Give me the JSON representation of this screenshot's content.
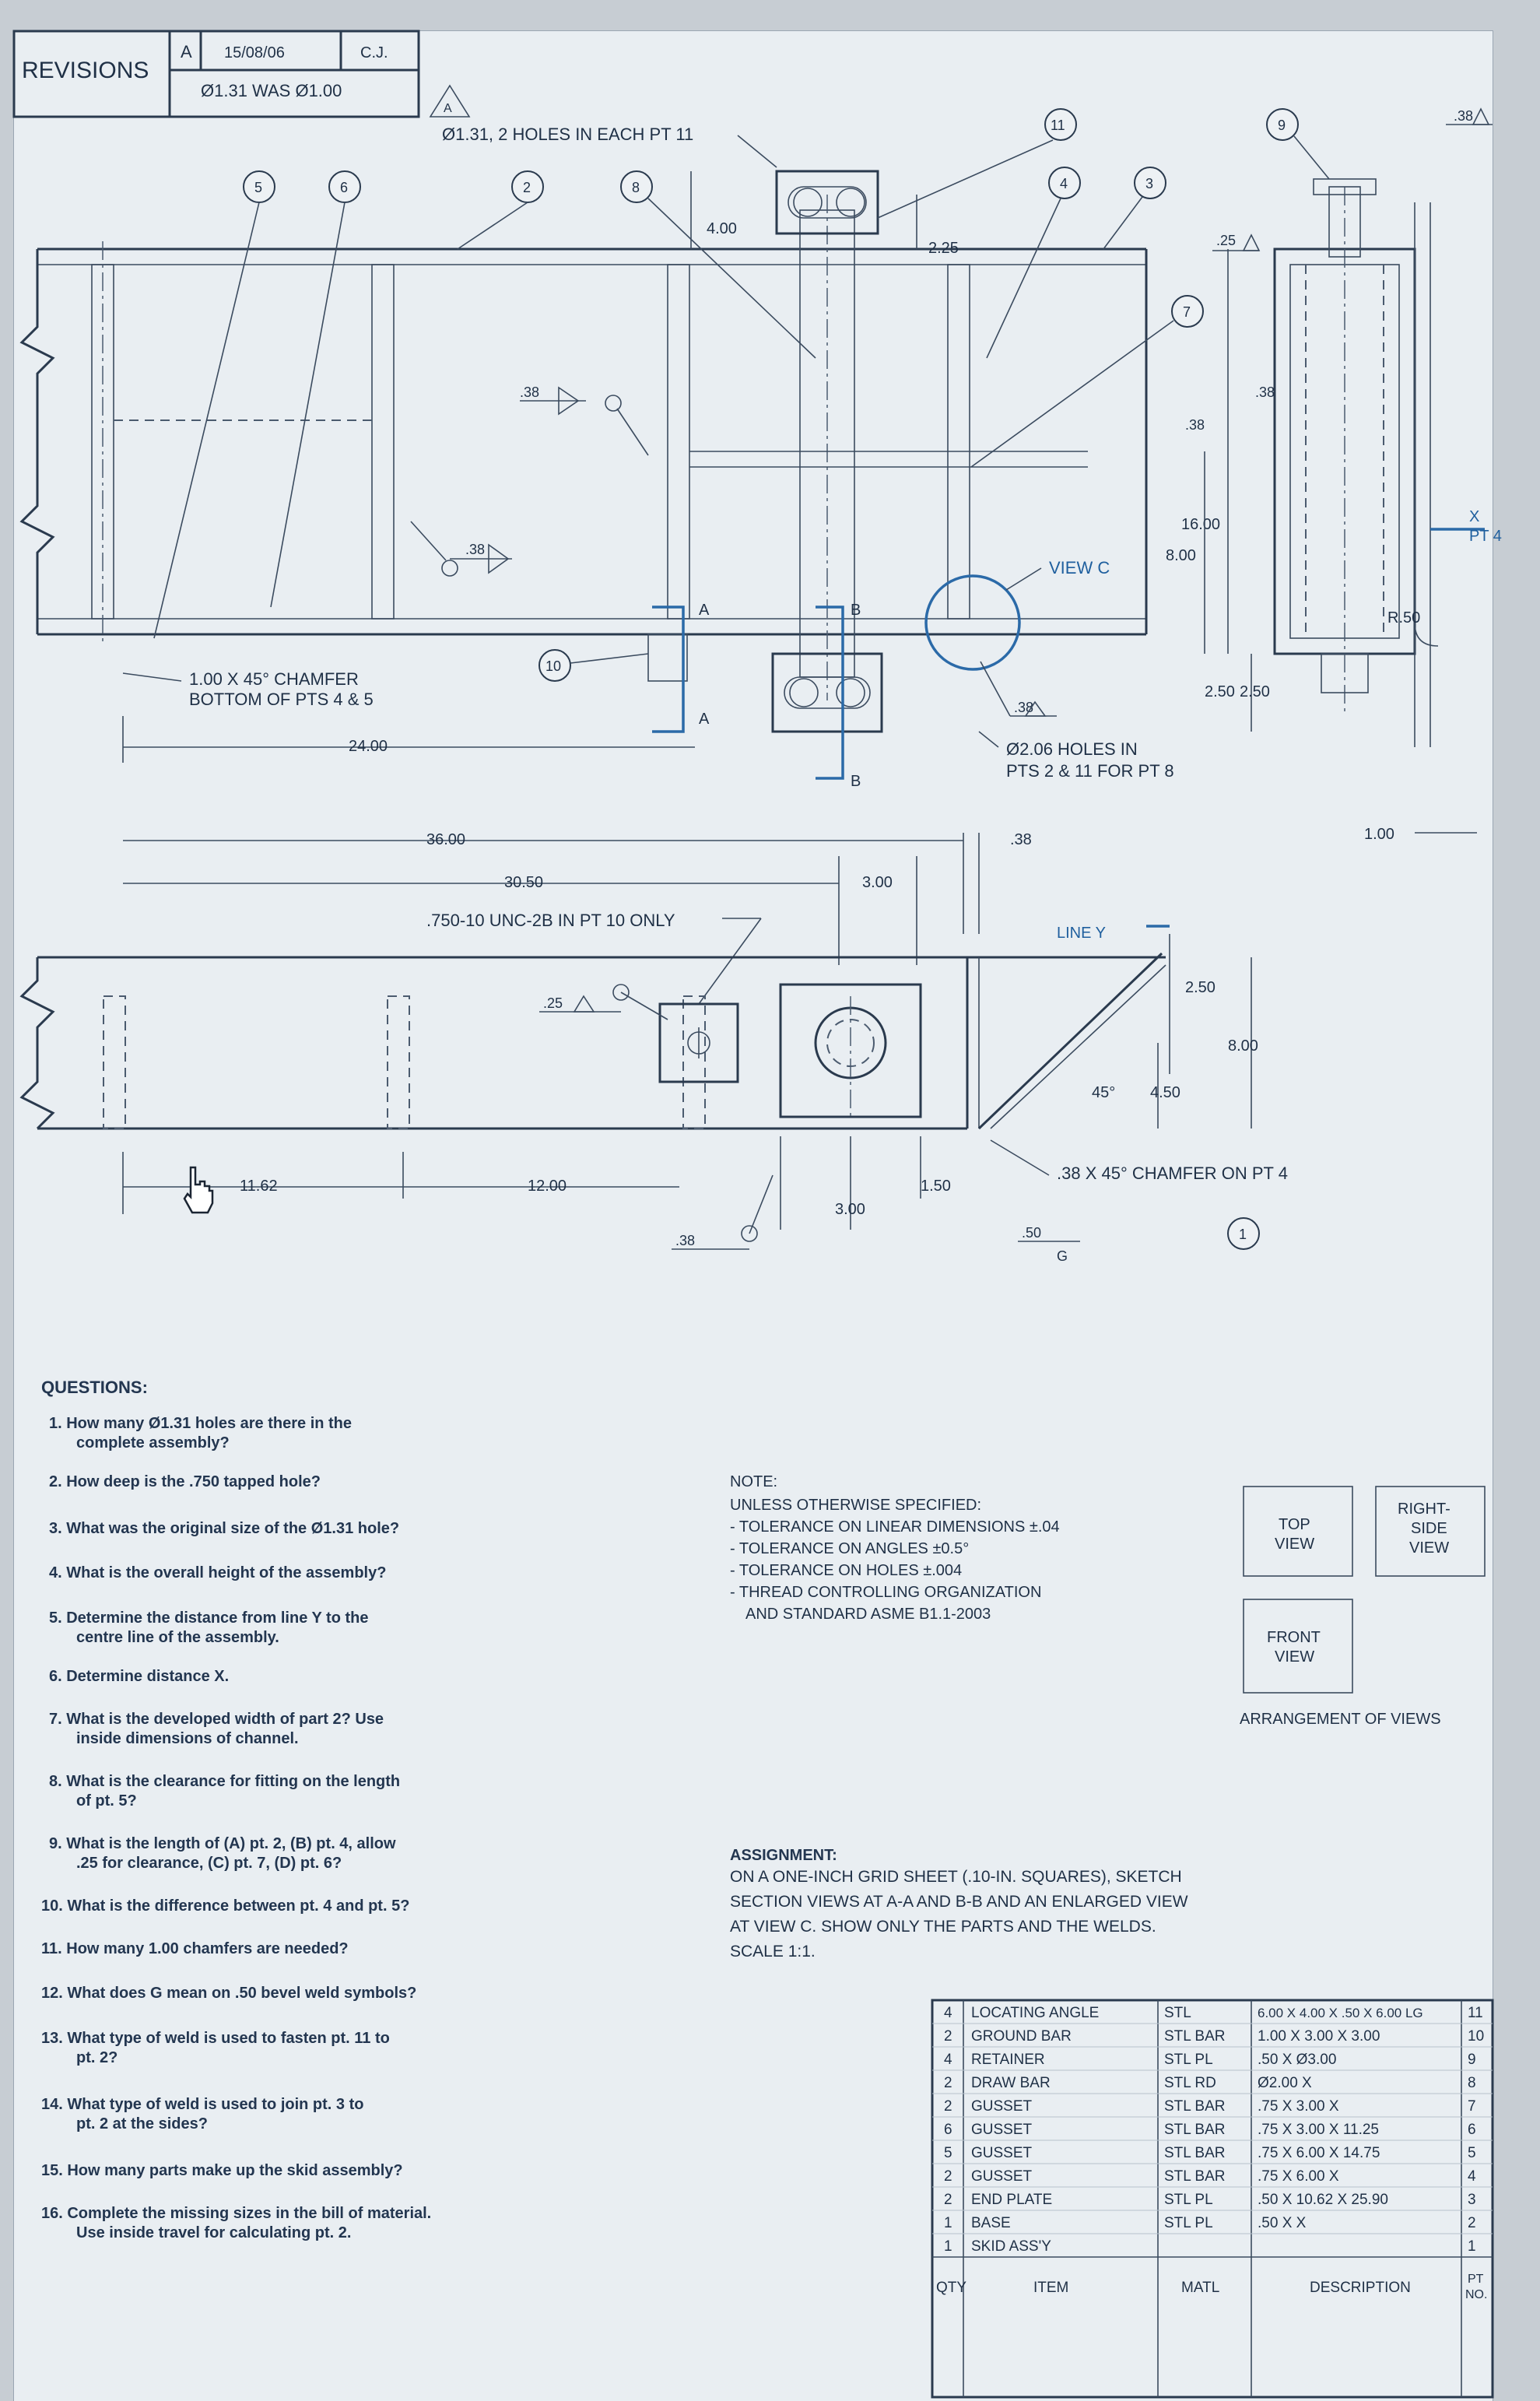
{
  "revisions": {
    "title": "REVISIONS",
    "letter": "A",
    "date": "15/08/06",
    "by": "C.J.",
    "change": "Ø1.31 WAS Ø1.00",
    "rev_mark": "A"
  },
  "top_view": {
    "callout_holes": "Ø1.31, 2 HOLES IN EACH PT 11",
    "dim_400": "4.00",
    "dim_225": "2.25",
    "dim_250": "2.50",
    "dim_38_right": ".38",
    "chamfer_note_1": "1.00 X 45° CHAMFER",
    "chamfer_note_2": "BOTTOM OF PTS 4 & 5",
    "dim_2400": "24.00",
    "view_c": "VIEW C",
    "section_a": "A",
    "section_b": "B",
    "holes_note_1": "Ø2.06 HOLES IN",
    "holes_note_2": "PTS 2 & 11 FOR PT 8",
    "weld_38a": ".38",
    "weld_38b": ".38",
    "weld_38c": ".38"
  },
  "right_view": {
    "weld_38": ".38",
    "weld_25": ".25",
    "dim_38": ".38",
    "dim_1600": "16.00",
    "dim_800": "8.00",
    "dim_250": "2.50",
    "dim_100": "1.00",
    "radius": "R.50",
    "x_label": "X",
    "pt4_label": "PT 4"
  },
  "front_view": {
    "dim_3600": "36.00",
    "dim_3050": "30.50",
    "dim_300": "3.00",
    "dim_38": ".38",
    "tapped_note": ".750-10 UNC-2B IN PT 10 ONLY",
    "weld_25": ".25",
    "line_y": "LINE Y",
    "dim_250": "2.50",
    "dim_800": "8.00",
    "dim_450": "4.50",
    "angle": "45°",
    "chamfer_note": ".38 X 45° CHAMFER ON PT 4",
    "dim_1162": "11.62",
    "dim_1200": "12.00",
    "dim_300b": "3.00",
    "dim_150": "1.50",
    "weld_38": ".38",
    "weld_50": ".50",
    "weld_g": "G"
  },
  "balloons": [
    "1",
    "2",
    "3",
    "4",
    "5",
    "6",
    "7",
    "8",
    "9",
    "10",
    "11"
  ],
  "questions": {
    "title": "QUESTIONS:",
    "items": [
      {
        "line1": "1. How many Ø1.31 holes are there in the",
        "line2": "complete assembly?"
      },
      {
        "line1": "2. How deep is the .750 tapped hole?",
        "line2": ""
      },
      {
        "line1": "3. What was the original size of the Ø1.31 hole?",
        "line2": ""
      },
      {
        "line1": "4. What is the overall height of the assembly?",
        "line2": ""
      },
      {
        "line1": "5. Determine the distance from line Y to the",
        "line2": "centre line of the assembly."
      },
      {
        "line1": "6. Determine distance X.",
        "line2": ""
      },
      {
        "line1": "7. What is the developed width of part 2? Use",
        "line2": "inside dimensions of channel."
      },
      {
        "line1": "8. What is the clearance for fitting on the length",
        "line2": "of pt. 5?"
      },
      {
        "line1": "9. What is the length of (A) pt. 2, (B) pt. 4, allow",
        "line2": ".25 for clearance, (C) pt. 7, (D) pt. 6?"
      },
      {
        "line1": "10. What is the difference between pt. 4 and pt. 5?",
        "line2": ""
      },
      {
        "line1": "11. How many 1.00 chamfers are needed?",
        "line2": ""
      },
      {
        "line1": "12. What does G mean on .50 bevel weld symbols?",
        "line2": ""
      },
      {
        "line1": "13. What type of weld is used to fasten pt. 11 to",
        "line2": "pt. 2?"
      },
      {
        "line1": "14. What type of weld is used to join pt. 3 to",
        "line2": "pt. 2 at the sides?"
      },
      {
        "line1": "15. How many parts make up the skid assembly?",
        "line2": ""
      },
      {
        "line1": "16. Complete the missing sizes in the bill of material.",
        "line2": "Use inside travel for calculating pt. 2."
      }
    ]
  },
  "note": {
    "title": "NOTE:",
    "lines": [
      "UNLESS OTHERWISE SPECIFIED:",
      "- TOLERANCE ON LINEAR DIMENSIONS ±.04",
      "- TOLERANCE ON ANGLES ±0.5°",
      "- TOLERANCE ON HOLES ±.004",
      "- THREAD CONTROLLING ORGANIZATION",
      "  AND STANDARD ASME B1.1-2003"
    ]
  },
  "arrangement": {
    "top_view": [
      "TOP",
      "VIEW"
    ],
    "right_view": [
      "RIGHT-",
      "SIDE",
      "VIEW"
    ],
    "front_view": [
      "FRONT",
      "VIEW"
    ],
    "caption": "ARRANGEMENT OF VIEWS"
  },
  "assignment": {
    "title": "ASSIGNMENT:",
    "lines": [
      "ON A ONE-INCH GRID SHEET (.10-IN. SQUARES), SKETCH",
      "SECTION VIEWS AT A-A AND B-B AND AN ENLARGED VIEW",
      "AT VIEW C. SHOW ONLY THE PARTS AND THE WELDS.",
      "SCALE 1:1."
    ]
  },
  "bom": {
    "headers": {
      "qty": "QTY",
      "item": "ITEM",
      "matl": "MATL",
      "desc": "DESCRIPTION",
      "pt_no_1": "PT",
      "pt_no_2": "NO."
    },
    "rows": [
      {
        "qty": "4",
        "item": "LOCATING ANGLE",
        "matl": "STL",
        "desc": "6.00 X 4.00 X .50 X 6.00 LG",
        "pt": "11"
      },
      {
        "qty": "2",
        "item": "GROUND BAR",
        "matl": "STL BAR",
        "desc": "1.00 X 3.00 X 3.00",
        "pt": "10"
      },
      {
        "qty": "4",
        "item": "RETAINER",
        "matl": "STL PL",
        "desc": ".50 X Ø3.00",
        "pt": "9"
      },
      {
        "qty": "2",
        "item": "DRAW BAR",
        "matl": "STL RD",
        "desc": "Ø2.00 X",
        "pt": "8"
      },
      {
        "qty": "2",
        "item": "GUSSET",
        "matl": "STL BAR",
        "desc": ".75 X 3.00 X",
        "pt": "7"
      },
      {
        "qty": "6",
        "item": "GUSSET",
        "matl": "STL BAR",
        "desc": ".75 X 3.00 X 11.25",
        "pt": "6"
      },
      {
        "qty": "5",
        "item": "GUSSET",
        "matl": "STL BAR",
        "desc": ".75 X 6.00 X 14.75",
        "pt": "5"
      },
      {
        "qty": "2",
        "item": "GUSSET",
        "matl": "STL BAR",
        "desc": ".75 X 6.00 X",
        "pt": "4"
      },
      {
        "qty": "2",
        "item": "END PLATE",
        "matl": "STL PL",
        "desc": ".50 X 10.62 X 25.90",
        "pt": "3"
      },
      {
        "qty": "1",
        "item": "BASE",
        "matl": "STL PL",
        "desc": ".50 X     X",
        "pt": "2"
      },
      {
        "qty": "1",
        "item": "SKID ASS'Y",
        "matl": "",
        "desc": "",
        "pt": "1"
      }
    ]
  }
}
